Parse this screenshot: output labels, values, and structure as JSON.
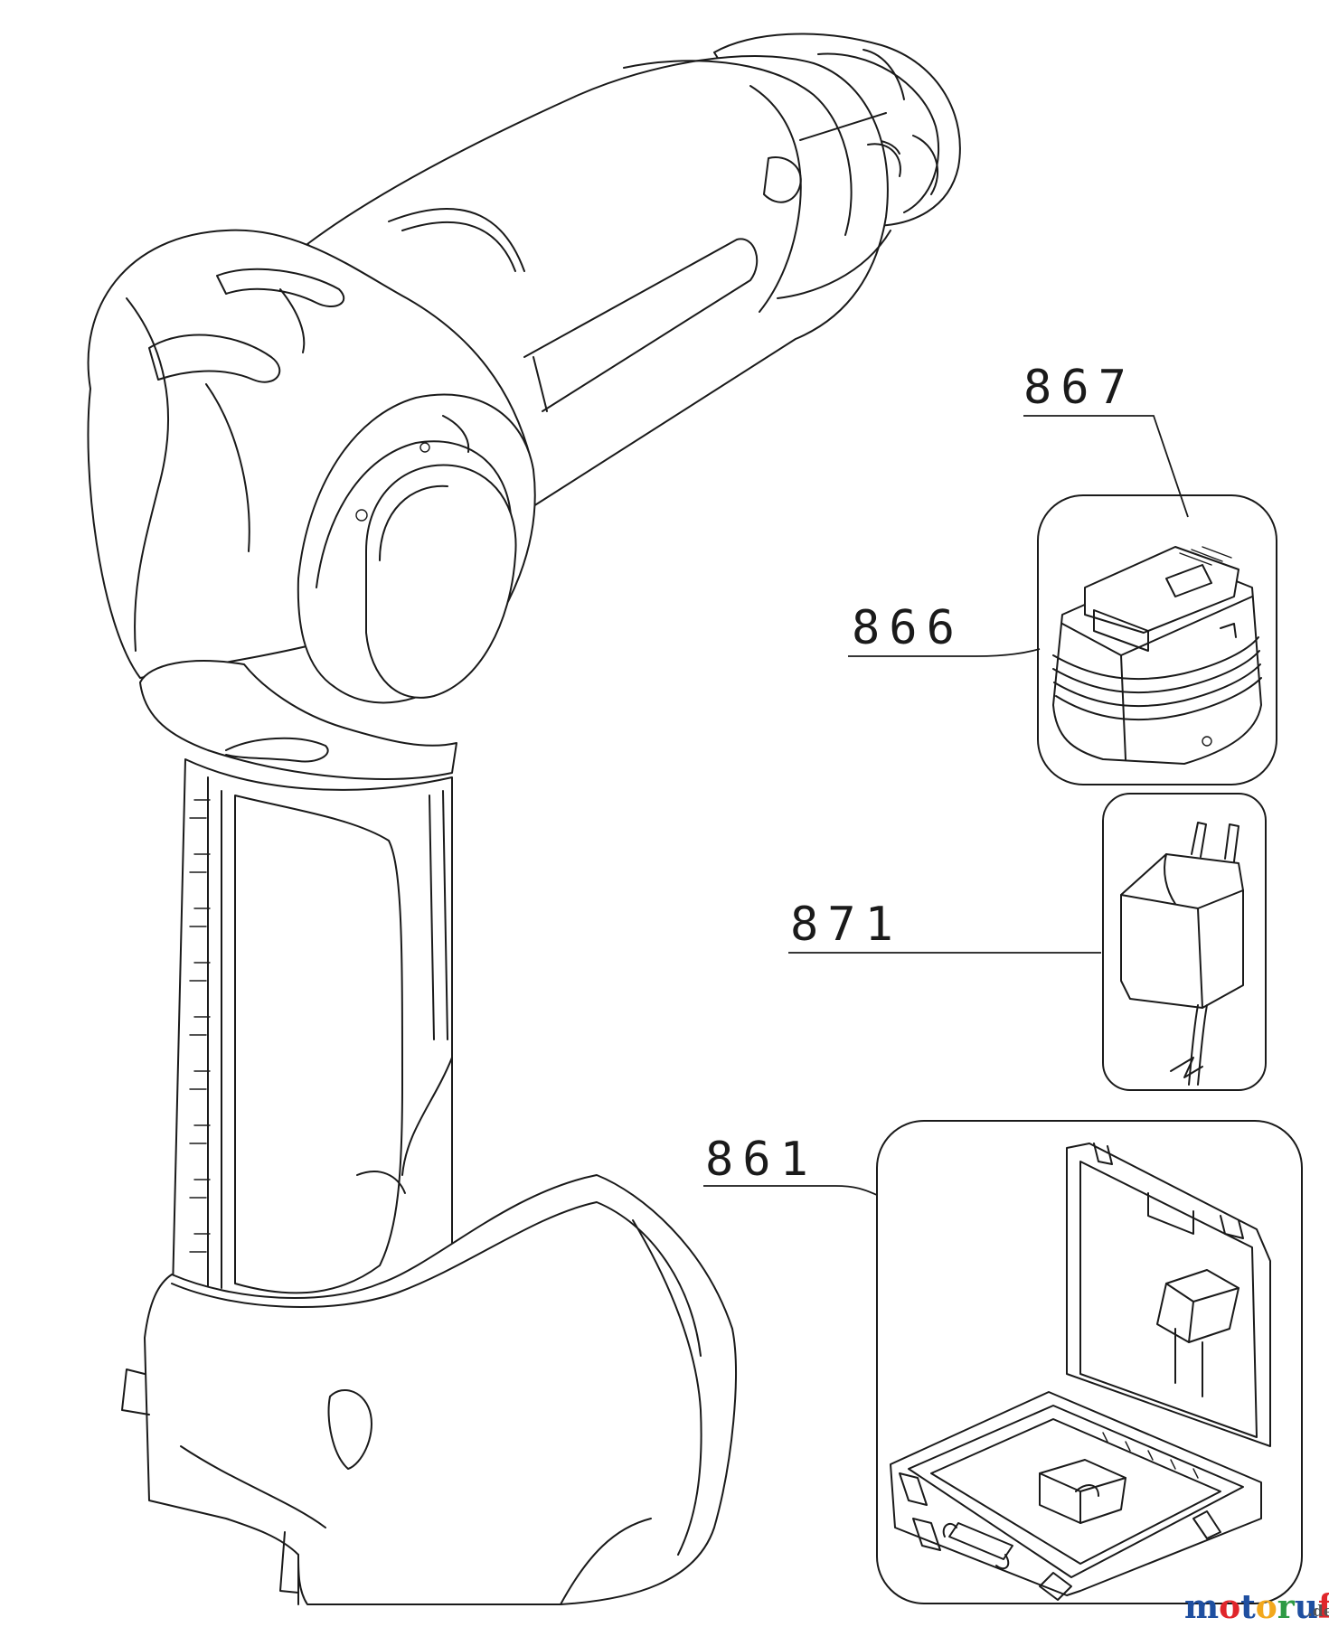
{
  "diagram": {
    "callouts": [
      {
        "id": "867",
        "label": "867",
        "part": "battery-terminal-cap"
      },
      {
        "id": "866",
        "label": "866",
        "part": "battery-pack"
      },
      {
        "id": "871",
        "label": "871",
        "part": "charger-adapter"
      },
      {
        "id": "861",
        "label": "861",
        "part": "carrying-case"
      }
    ]
  },
  "watermark": {
    "letters": [
      "m",
      "o",
      "t",
      "o",
      "r",
      "u",
      "f"
    ],
    "colors": [
      "#1f4fa0",
      "#e0262b",
      "#1f4fa0",
      "#f2a81d",
      "#2e9a44",
      "#1f4fa0",
      "#e0262b"
    ],
    "suffix": ".de"
  }
}
